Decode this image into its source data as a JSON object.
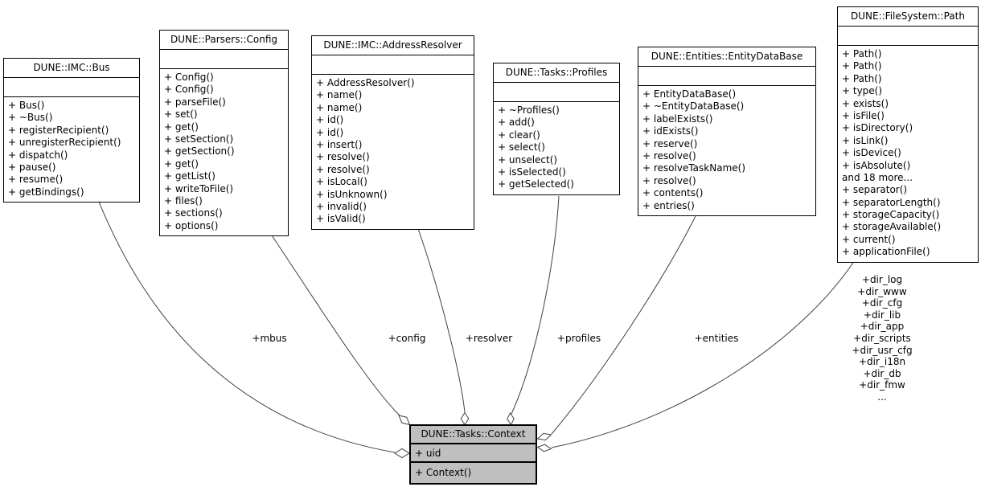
{
  "classes": {
    "bus": {
      "title": "DUNE::IMC::Bus",
      "attributes": [],
      "methods": [
        "+ Bus()",
        "+ ~Bus()",
        "+ registerRecipient()",
        "+ unregisterRecipient()",
        "+ dispatch()",
        "+ pause()",
        "+ resume()",
        "+ getBindings()"
      ]
    },
    "config": {
      "title": "DUNE::Parsers::Config",
      "attributes": [],
      "methods": [
        "+ Config()",
        "+ Config()",
        "+ parseFile()",
        "+ set()",
        "+ get()",
        "+ setSection()",
        "+ getSection()",
        "+ get()",
        "+ getList()",
        "+ writeToFile()",
        "+ files()",
        "+ sections()",
        "+ options()"
      ]
    },
    "resolver": {
      "title": "DUNE::IMC::AddressResolver",
      "attributes": [],
      "methods": [
        "+ AddressResolver()",
        "+ name()",
        "+ name()",
        "+ id()",
        "+ id()",
        "+ insert()",
        "+ resolve()",
        "+ resolve()",
        "+ isLocal()",
        "+ isUnknown()",
        "+ invalid()",
        "+ isValid()"
      ]
    },
    "profiles": {
      "title": "DUNE::Tasks::Profiles",
      "attributes": [],
      "methods": [
        "+ ~Profiles()",
        "+ add()",
        "+ clear()",
        "+ select()",
        "+ unselect()",
        "+ isSelected()",
        "+ getSelected()"
      ]
    },
    "entities": {
      "title": "DUNE::Entities::EntityDataBase",
      "attributes": [],
      "methods": [
        "+ EntityDataBase()",
        "+ ~EntityDataBase()",
        "+ labelExists()",
        "+ idExists()",
        "+ reserve()",
        "+ resolve()",
        "+ resolveTaskName()",
        "+ resolve()",
        "+ contents()",
        "+ entries()"
      ]
    },
    "path": {
      "title": "DUNE::FileSystem::Path",
      "attributes": [],
      "methods": [
        "+ Path()",
        "+ Path()",
        "+ Path()",
        "+ type()",
        "+ exists()",
        "+ isFile()",
        "+ isDirectory()",
        "+ isLink()",
        "+ isDevice()",
        "+ isAbsolute()",
        "and 18 more...",
        "+ separator()",
        "+ separatorLength()",
        "+ storageCapacity()",
        "+ storageAvailable()",
        "+ current()",
        "+ applicationFile()"
      ]
    },
    "context": {
      "title": "DUNE::Tasks::Context",
      "attributes": [
        "+ uid"
      ],
      "methods": [
        "+ Context()"
      ]
    }
  },
  "edge_labels": {
    "mbus": "+mbus",
    "config": "+config",
    "resolver": "+resolver",
    "profiles": "+profiles",
    "entities": "+entities",
    "path_members": [
      "+dir_log",
      "+dir_www",
      "+dir_cfg",
      "+dir_lib",
      "+dir_app",
      "+dir_scripts",
      "+dir_usr_cfg",
      "+dir_i18n",
      "+dir_db",
      "+dir_fmw",
      "..."
    ]
  },
  "colors": {
    "node_fill": "#ffffff",
    "focus_node_fill": "#bfbfbf",
    "node_border": "#000000",
    "edge_line": "#404040"
  }
}
